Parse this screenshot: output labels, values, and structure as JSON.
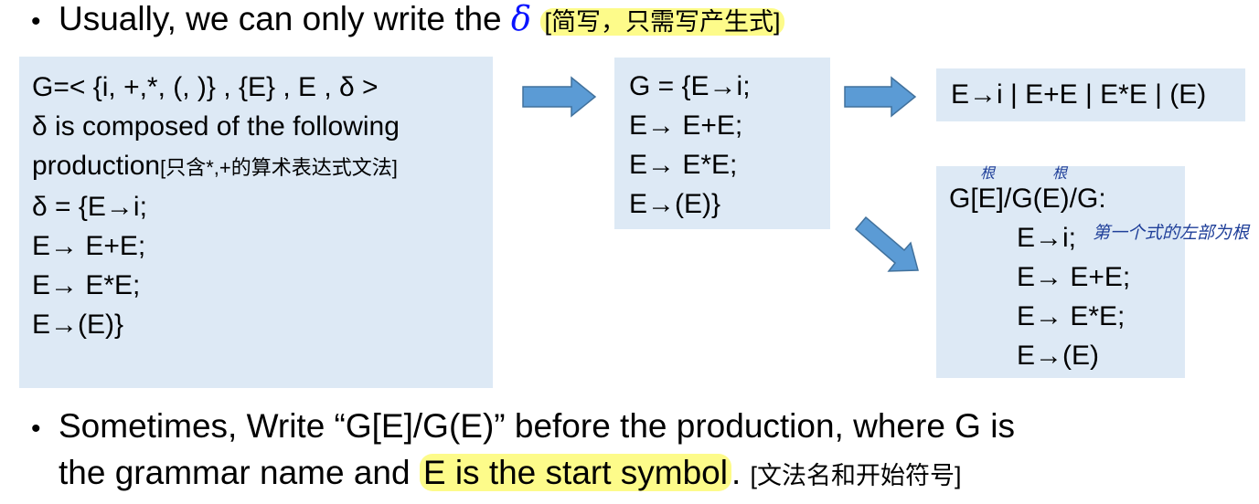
{
  "slide": {
    "bullet1": {
      "text": "Usually, we can only write the ",
      "delta": "δ",
      "note": "[简写，只需写产生式]"
    },
    "box_definition": {
      "lines": [
        "G=< {i, +,*, (, )} ,    {E} ,    E ,    δ >",
        "δ is composed of the following",
        "production",
        "δ = {E→i;",
        "E→ E+E;",
        "E→ E*E;",
        "E→(E)}"
      ],
      "production_note": "[只含*,+的算术表达式文法]"
    },
    "box_g_set": {
      "lines": [
        "G = {E→i;",
        "E→ E+E;",
        "E→ E*E;",
        "E→(E)}"
      ]
    },
    "box_compact": {
      "text": "E→i | E+E | E*E | (E)"
    },
    "box_start_symbol": {
      "header": "G[E]/G(E)/G:",
      "lines": [
        "E→i;",
        "E→ E+E;",
        "E→ E*E;",
        "E→(E)"
      ],
      "handwritten": {
        "root_mark_1": "根",
        "root_mark_2": "根",
        "note": "第一个式的左部为根"
      }
    },
    "bullet2": {
      "line1": "Sometimes, Write “G[E]/G(E)” before the production, where G is",
      "line2_pre": "the grammar name and ",
      "line2_highlight": "E is the start symbol",
      "line2_post": ". ",
      "note": "[文法名和开始符号]"
    },
    "colors": {
      "box_bg": "#dde9f5",
      "arrow_fill": "#5b9bd5",
      "arrow_stroke": "#41719c",
      "highlight": "#fdfb8a",
      "delta_blue": "#0a14ff",
      "handwriting": "#1f3f99"
    }
  }
}
